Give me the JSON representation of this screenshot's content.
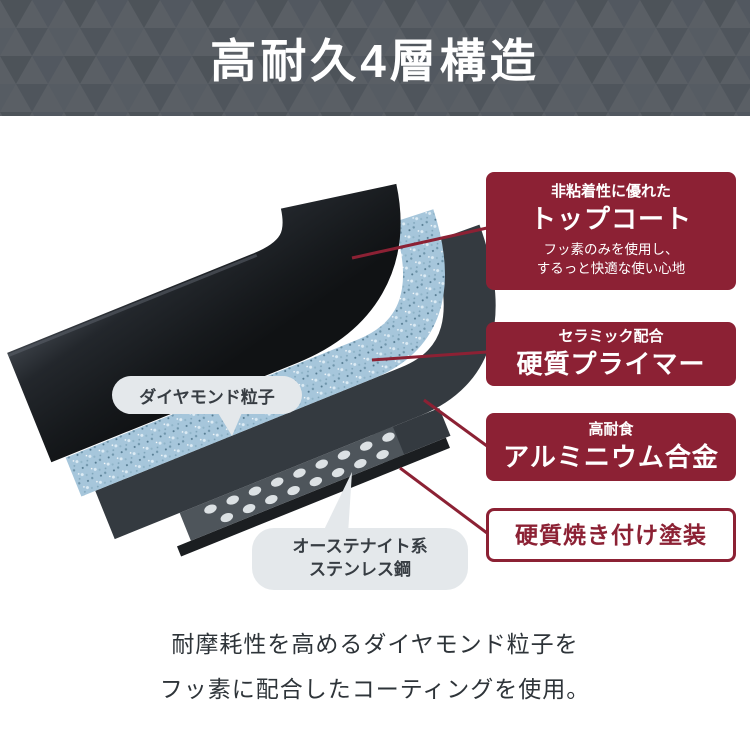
{
  "header": {
    "title": "高耐久4層構造"
  },
  "labels": [
    {
      "pre": "非粘着性に優れた",
      "title": "トップコート",
      "desc1": "フッ素のみを使用し、",
      "desc2": "するっと快適な使い心地"
    },
    {
      "pre": "セラミック配合",
      "title": "硬質プライマー"
    },
    {
      "pre": "高耐食",
      "title": "アルミニウム合金"
    },
    {
      "title": "硬質焼き付け塗装"
    }
  ],
  "callouts": {
    "diamond": "ダイヤモンド粒子",
    "stainless_line1": "オーステナイト系",
    "stainless_line2": "ステンレス鋼"
  },
  "caption": {
    "line1": "耐摩耗性を高めるダイヤモンド粒子を",
    "line2": "フッ素に配合したコーティングを使用。"
  },
  "colors": {
    "accent": "#8c2134",
    "banner_bg": "#575c62",
    "primer_blue": "#a6c6db",
    "pill_bg": "#e4e8eb",
    "caption_color": "#2e3439"
  }
}
